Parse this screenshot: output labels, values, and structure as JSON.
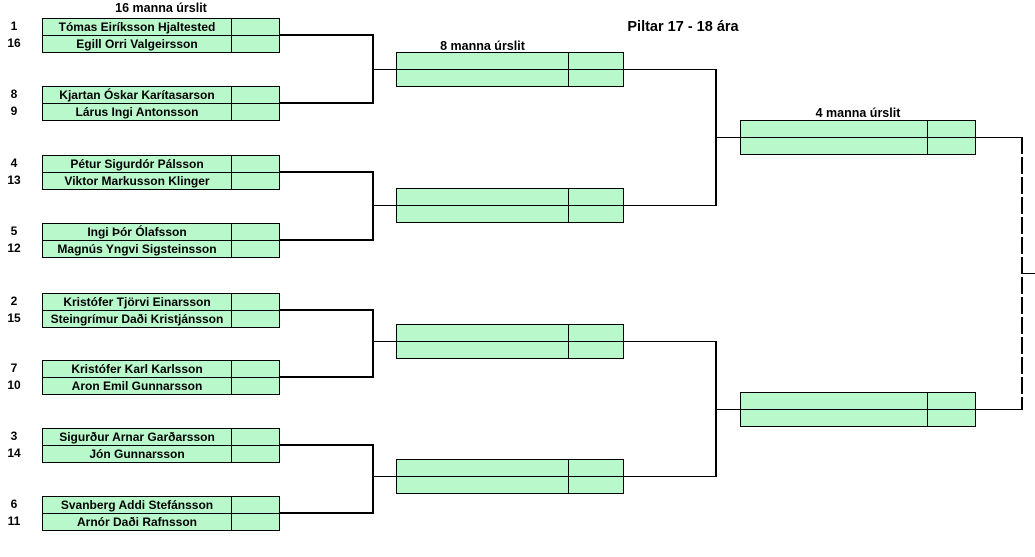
{
  "title": "Piltar 17 - 18 ára",
  "round_labels": {
    "round_of_16": "16 manna úrslit",
    "quarterfinals": "8 manna úrslit",
    "semifinals": "4 manna úrslit"
  },
  "entrants": [
    {
      "seed": "1",
      "name": "Tómas Eiríksson Hjaltested",
      "score": ""
    },
    {
      "seed": "16",
      "name": "Egill Orri Valgeirsson",
      "score": ""
    },
    {
      "seed": "8",
      "name": "Kjartan Óskar Karítasarson",
      "score": ""
    },
    {
      "seed": "9",
      "name": "Lárus Ingi Antonsson",
      "score": ""
    },
    {
      "seed": "4",
      "name": "Pétur Sigurdór Pálsson",
      "score": ""
    },
    {
      "seed": "13",
      "name": "Viktor Markusson Klinger",
      "score": ""
    },
    {
      "seed": "5",
      "name": "Ingi Þór Ólafsson",
      "score": ""
    },
    {
      "seed": "12",
      "name": "Magnús Yngvi Sigsteinsson",
      "score": ""
    },
    {
      "seed": "2",
      "name": "Kristófer Tjörvi Einarsson",
      "score": ""
    },
    {
      "seed": "15",
      "name": "Steingrímur Daði Kristjánsson",
      "score": ""
    },
    {
      "seed": "7",
      "name": "Kristófer Karl Karlsson",
      "score": ""
    },
    {
      "seed": "10",
      "name": "Aron Emil Gunnarsson",
      "score": ""
    },
    {
      "seed": "3",
      "name": "Sigurður Arnar Garðarsson",
      "score": ""
    },
    {
      "seed": "14",
      "name": "Jón Gunnarsson",
      "score": ""
    },
    {
      "seed": "6",
      "name": "Svanberg Addi Stefánsson",
      "score": ""
    },
    {
      "seed": "11",
      "name": "Arnór Daði Rafnsson",
      "score": ""
    }
  ],
  "quarterfinal_slots": [
    {
      "name": "",
      "score": ""
    },
    {
      "name": "",
      "score": ""
    },
    {
      "name": "",
      "score": ""
    },
    {
      "name": "",
      "score": ""
    },
    {
      "name": "",
      "score": ""
    },
    {
      "name": "",
      "score": ""
    },
    {
      "name": "",
      "score": ""
    },
    {
      "name": "",
      "score": ""
    }
  ],
  "semifinal_slots": [
    {
      "name": "",
      "score": ""
    },
    {
      "name": "",
      "score": ""
    },
    {
      "name": "",
      "score": ""
    },
    {
      "name": "",
      "score": ""
    }
  ],
  "colors": {
    "box_fill": "#b9f8ca",
    "line": "#000000",
    "text": "#000000",
    "background": "#ffffff"
  }
}
